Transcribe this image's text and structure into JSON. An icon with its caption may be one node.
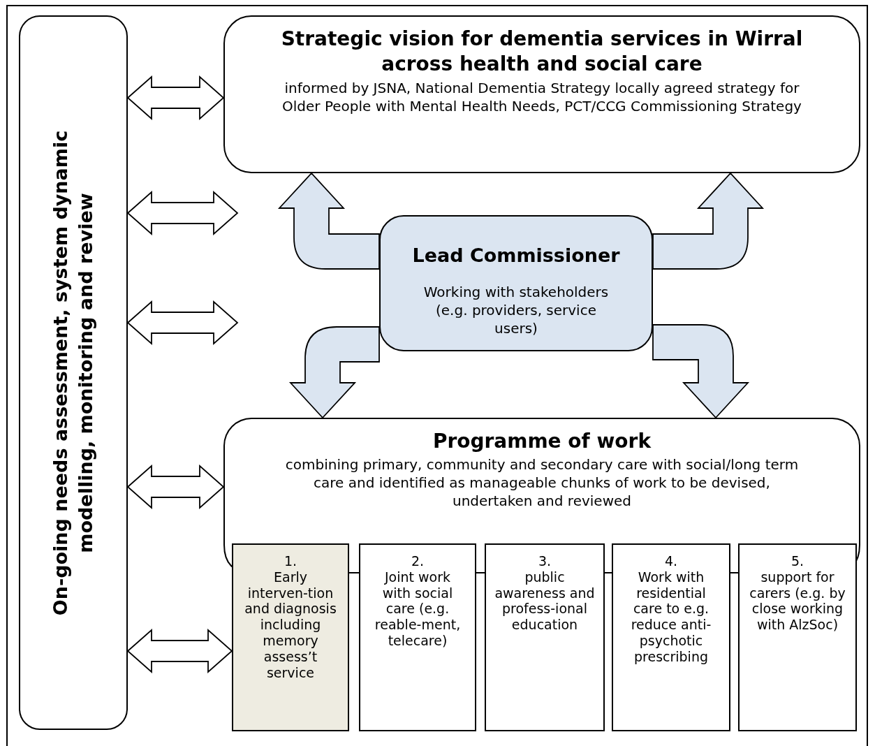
{
  "diagram": {
    "nodes": [
      {
        "text": [
          "On-going needs assessment, system dynamic modelling, monitoring and review"
        ]
      },
      {
        "text": [
          "Strategic vision for dementia services in Wirral across health and social care",
          "informed by JSNA, National Dementia Strategy locally agreed strategy for Older People with Mental Health Needs, PCT/CCG Commissioning Strategy"
        ]
      },
      {
        "text": [
          "Lead Commissioner",
          "Working with stakeholders (e.g. providers, service users)"
        ]
      },
      {
        "text": [
          "Programme of work",
          "combining primary, community and secondary care with social/long term care and identified as manageable chunks of work to be devised, undertaken and reviewed"
        ]
      },
      {
        "text": [
          "1.",
          "Early interven-tion and diagnosis including memory assess’t service"
        ]
      },
      {
        "text": [
          "2.",
          "Joint work with social care (e.g. reable-ment, telecare)"
        ]
      },
      {
        "text": [
          "3.",
          "public awareness and profess-ional education"
        ]
      },
      {
        "text": [
          "4.",
          "Work with residential care to e.g. reduce anti-psychotic prescribing"
        ]
      },
      {
        "text": [
          "5.",
          "support for carers (e.g. by close working with AlzSoc)"
        ]
      }
    ],
    "edges": [
      {
        "from": 0,
        "to": 1,
        "arrow": "both"
      },
      {
        "from": 0,
        "to": null,
        "arrow": "both"
      },
      {
        "from": 0,
        "to": null,
        "arrow": "both"
      },
      {
        "from": 0,
        "to": 3,
        "arrow": "both"
      },
      {
        "from": 0,
        "to": 4,
        "arrow": "both"
      },
      {
        "from": 2,
        "to": 1,
        "arrow": "to",
        "style": "thick"
      },
      {
        "from": 2,
        "to": 1,
        "arrow": "to",
        "style": "thick"
      },
      {
        "from": 2,
        "to": 3,
        "arrow": "to",
        "style": "thick"
      },
      {
        "from": 2,
        "to": 3,
        "arrow": "to",
        "style": "thick"
      }
    ]
  }
}
